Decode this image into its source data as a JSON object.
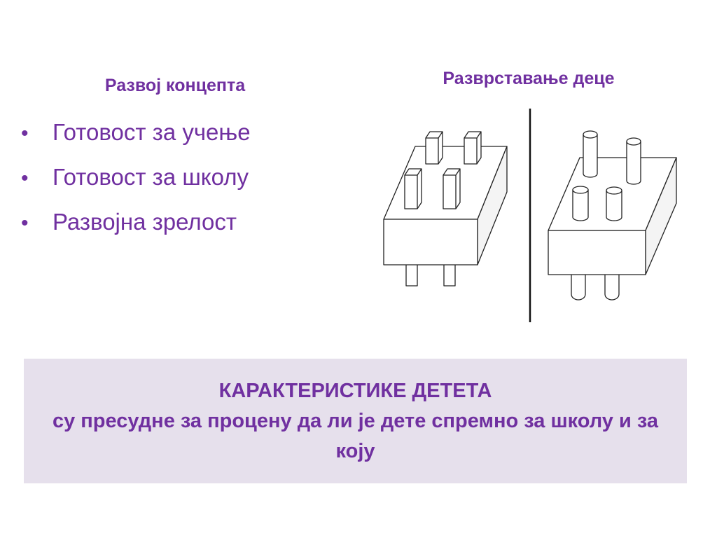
{
  "slide": {
    "left_heading": "Развој концепта",
    "right_heading": "Разврставање деце",
    "bullets": [
      "Готовост за учење",
      "Готовост за школу",
      "Развојна зрелост"
    ],
    "bullet_glyph": "•",
    "banner": {
      "title": "КАРАКТЕРИСТИКЕ ДЕТЕТА",
      "text": "су пресудне за процену да ли је дете спремно за школу и за коју"
    }
  },
  "colors": {
    "accent": "#7030a0",
    "banner_bg": "#e6e0ec"
  },
  "icons": [
    "square-peg-board-illustration",
    "round-peg-board-illustration"
  ]
}
